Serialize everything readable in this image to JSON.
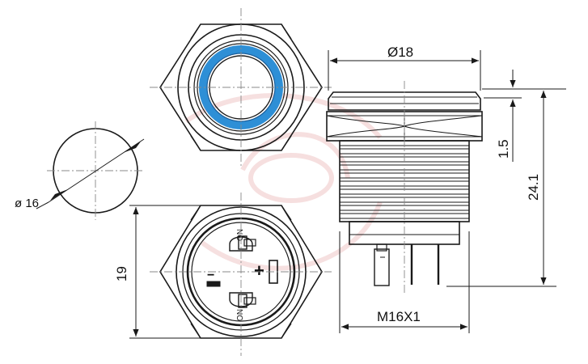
{
  "dimensions": {
    "outer_diameter": "Ø18",
    "cutout_diameter": "ø 16",
    "nut_across_flats": "19",
    "thread": "M16X1",
    "ring_offset": "1.5",
    "total_height": "24.1"
  },
  "terminals": {
    "positive": "+",
    "negative": "−",
    "no_upper": "NO",
    "no_lower": "NO"
  },
  "colors": {
    "line": "#1a1a1a",
    "led_ring": "#2e8fd6",
    "led_ring_dark": "#1d5f9a",
    "watermark": "#e8bcbc",
    "center_line": "#888888"
  }
}
